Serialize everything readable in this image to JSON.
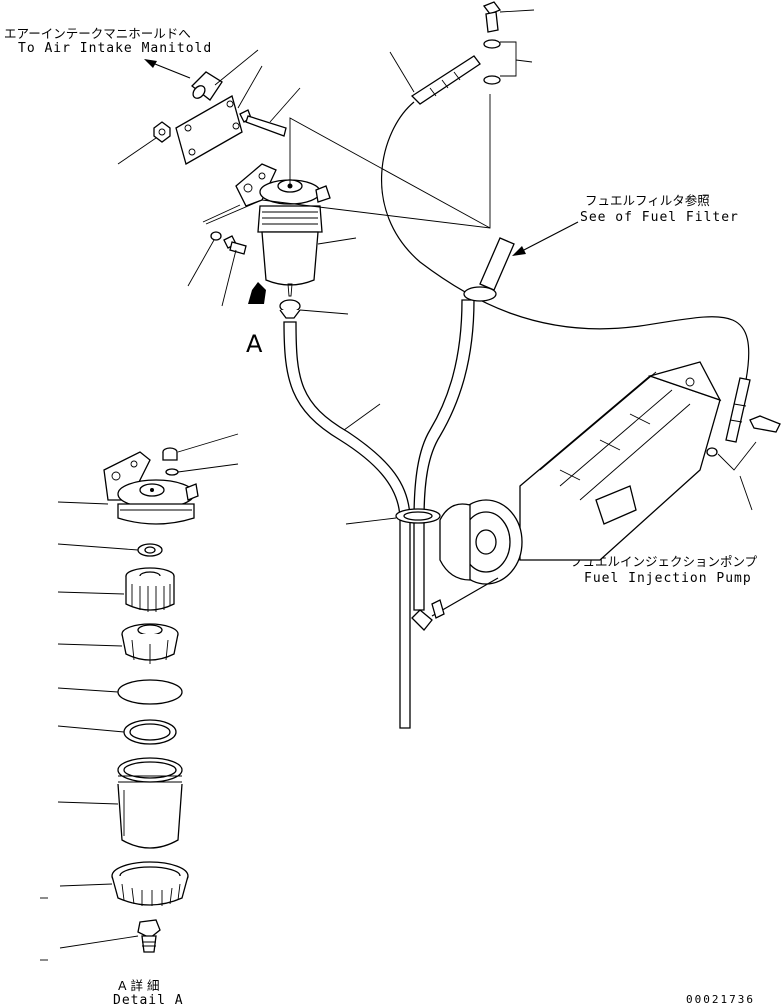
{
  "labels": {
    "air_intake_jp": "エアーインテークマニホールドへ",
    "air_intake_en": "To Air Intake Manitold",
    "fuel_filter_jp": "フュエルフィルタ参照",
    "fuel_filter_en": "See of Fuel Filter",
    "injection_pump_jp": "フュエルインジェクションポンプ",
    "injection_pump_en": "Fuel Injection Pump",
    "view_letter": "A",
    "detail_jp": "A 詳 細",
    "detail_en": "Detail A",
    "drawing_number": "00021736"
  },
  "colors": {
    "ink": "#000000",
    "paper": "#ffffff"
  }
}
